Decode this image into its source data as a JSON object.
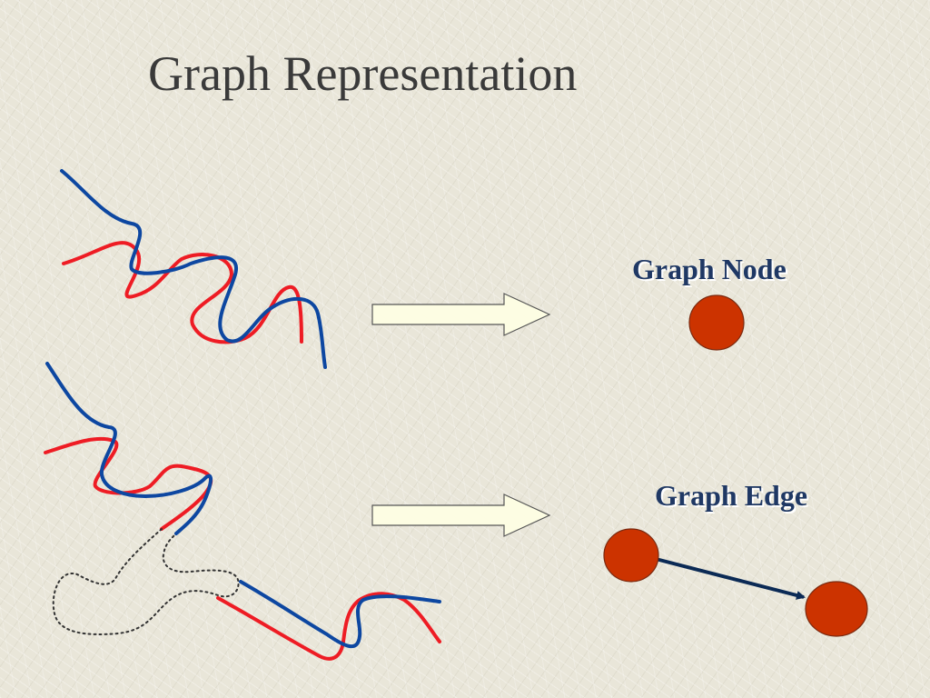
{
  "slide": {
    "title": "Graph Representation"
  },
  "labels": {
    "node": "Graph Node",
    "edge": "Graph Edge"
  },
  "colors": {
    "strand_red": "#ee1c24",
    "strand_blue": "#0d47a1",
    "node_fill": "#cc3300",
    "edge_line": "#0b2a55",
    "arrow_fill": "#fdfde3"
  }
}
